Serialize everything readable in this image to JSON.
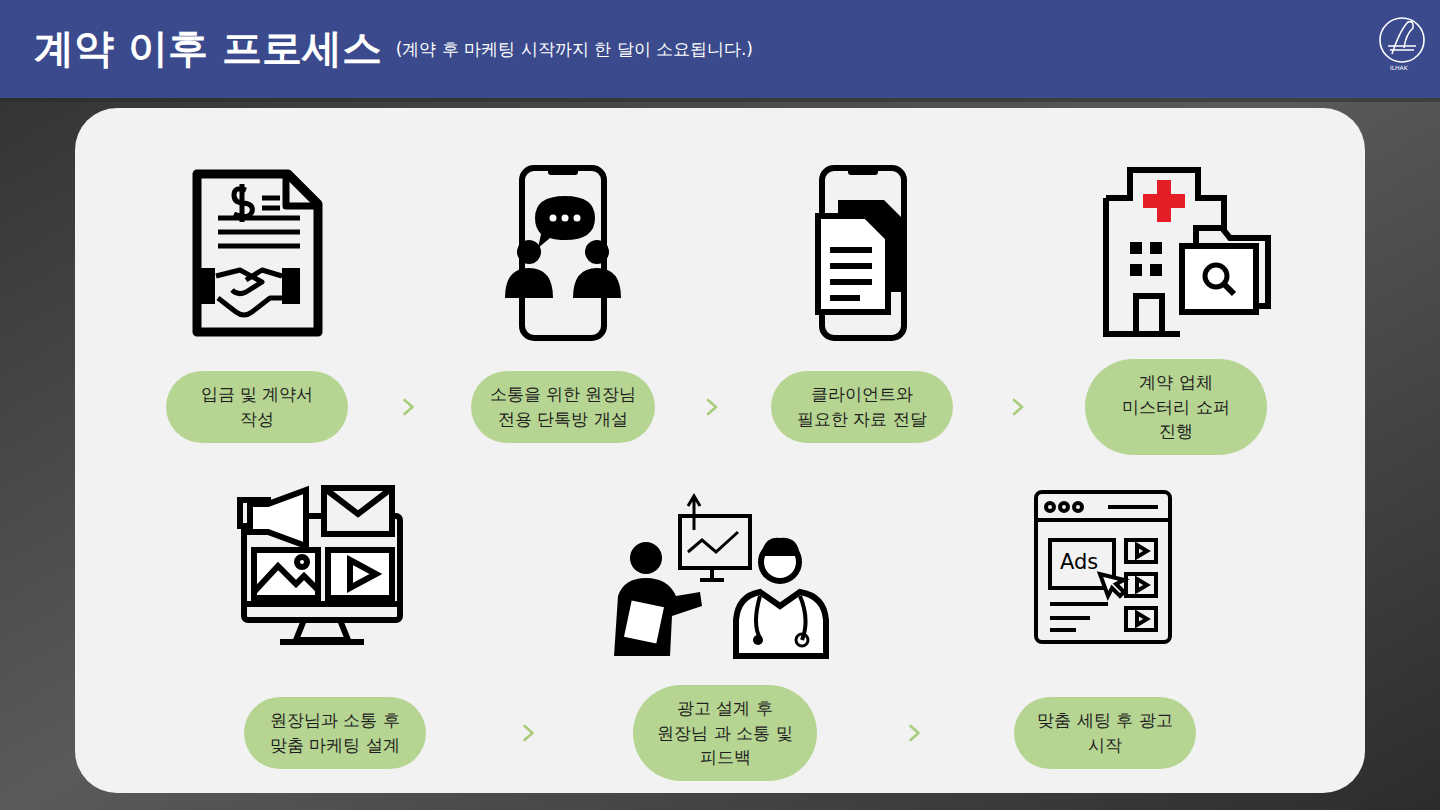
{
  "diagram": {
    "title": "계약 이후 프로세스",
    "nodes": [
      {
        "text": [
          "입금 및 계약서 작성"
        ]
      },
      {
        "text": [
          "소통을 위한 원장님 전용 단톡방 개설"
        ]
      },
      {
        "text": [
          "클라이언트와 필요한 자료 전달"
        ]
      },
      {
        "text": [
          "계약 업체 미스터리 쇼퍼 진행"
        ]
      },
      {
        "text": [
          "원장님과 소통 후 맞춤 마케팅 설계"
        ]
      },
      {
        "text": [
          "광고 설계 후 원장님 과 소통 및 피드백"
        ]
      },
      {
        "text": [
          "맞춤 세팅 후 광고 시작"
        ]
      }
    ],
    "edges": [
      {
        "from": 0,
        "to": 1,
        "arrow": "to"
      },
      {
        "from": 1,
        "to": 2,
        "arrow": "to"
      },
      {
        "from": 2,
        "to": 3,
        "arrow": "to"
      },
      {
        "from": 4,
        "to": 5,
        "arrow": "to"
      },
      {
        "from": 5,
        "to": 6,
        "arrow": "to"
      }
    ],
    "labels": [
      "(계약 후 마케팅 시작까지 한 달이 소요됩니다.)",
      "ILHAK",
      "Ads"
    ]
  }
}
